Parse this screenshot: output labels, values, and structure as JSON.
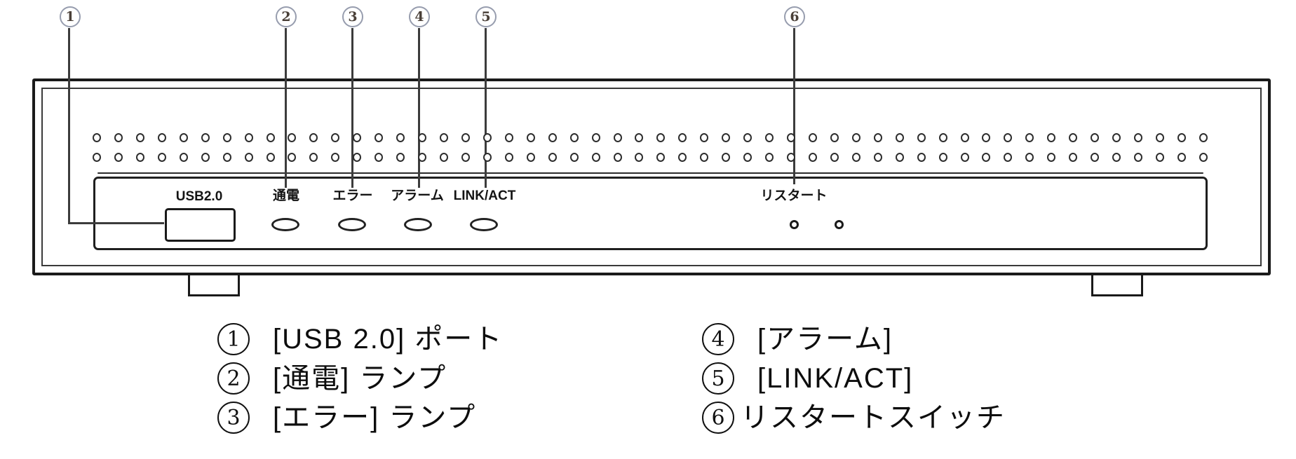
{
  "device": {
    "panel_labels": {
      "usb": "USB2.0",
      "power": "通電",
      "error": "エラー",
      "alarm": "アラーム",
      "linkact": "LINK/ACT",
      "restart": "リスタート"
    },
    "items": [
      {
        "num": "1",
        "legend": "[USB 2.0] ポート"
      },
      {
        "num": "2",
        "legend": "[通電] ランプ"
      },
      {
        "num": "3",
        "legend": "[エラー] ランプ"
      },
      {
        "num": "4",
        "legend": "[アラーム]"
      },
      {
        "num": "5",
        "legend": "[LINK/ACT]"
      },
      {
        "num": "6",
        "legend": "リスタートスイッチ"
      }
    ],
    "colors": {
      "line": "#1a1a1a",
      "leader": "#3c3c3c",
      "callout_ring": "#979dae"
    }
  }
}
